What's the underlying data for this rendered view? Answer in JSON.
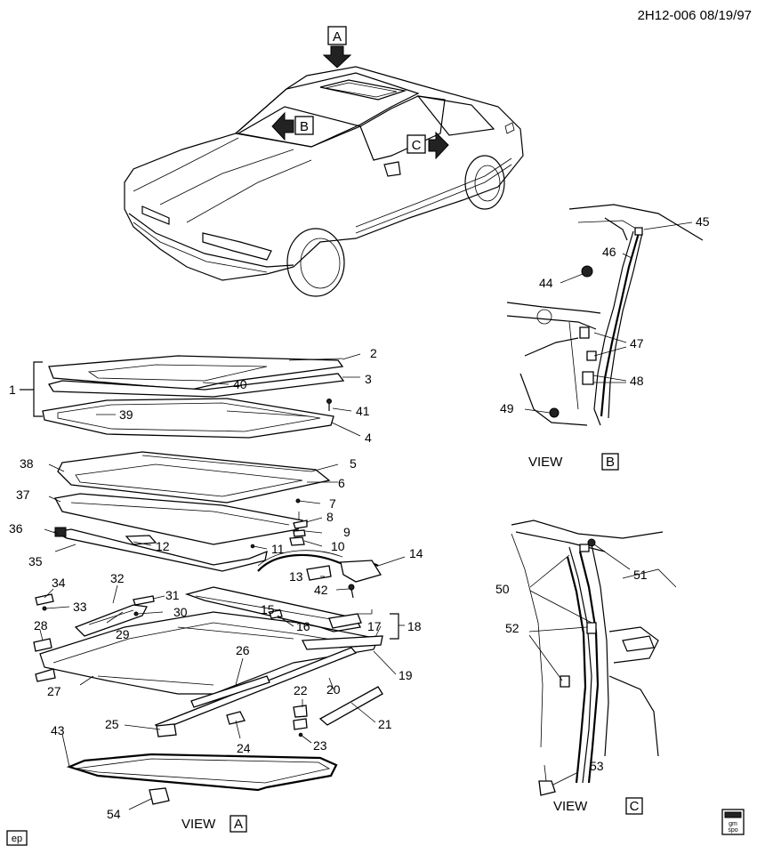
{
  "header": {
    "code": "2H12-006  08/19/97"
  },
  "view_labels": {
    "a": {
      "prefix": "VIEW",
      "letter": "A"
    },
    "b": {
      "prefix": "VIEW",
      "letter": "B"
    },
    "c": {
      "prefix": "VIEW",
      "letter": "C"
    }
  },
  "arrow_letters": {
    "a": "A",
    "b": "B",
    "c": "C"
  },
  "footer": {
    "ep": "ep",
    "gm_top": "gm",
    "gm_bottom": "spo"
  },
  "callouts": {
    "c1": "1",
    "c2": "2",
    "c3": "3",
    "c4": "4",
    "c5": "5",
    "c6": "6",
    "c7": "7",
    "c8": "8",
    "c9": "9",
    "c10": "10",
    "c11": "11",
    "c12": "12",
    "c13": "13",
    "c14": "14",
    "c15": "15",
    "c16": "16",
    "c17": "17",
    "c18": "18",
    "c19": "19",
    "c20": "20",
    "c21": "21",
    "c22": "22",
    "c23": "23",
    "c24": "24",
    "c25": "25",
    "c26": "26",
    "c27": "27",
    "c28": "28",
    "c29": "29",
    "c30": "30",
    "c31": "31",
    "c32": "32",
    "c33": "33",
    "c34": "34",
    "c35": "35",
    "c36": "36",
    "c37": "37",
    "c38": "38",
    "c39": "39",
    "c40": "40",
    "c41": "41",
    "c42": "42",
    "c43": "43",
    "c44": "44",
    "c45": "45",
    "c46": "46",
    "c47": "47",
    "c48": "48",
    "c49": "49",
    "c50": "50",
    "c51": "51",
    "c52": "52",
    "c53": "53",
    "c54": "54"
  }
}
